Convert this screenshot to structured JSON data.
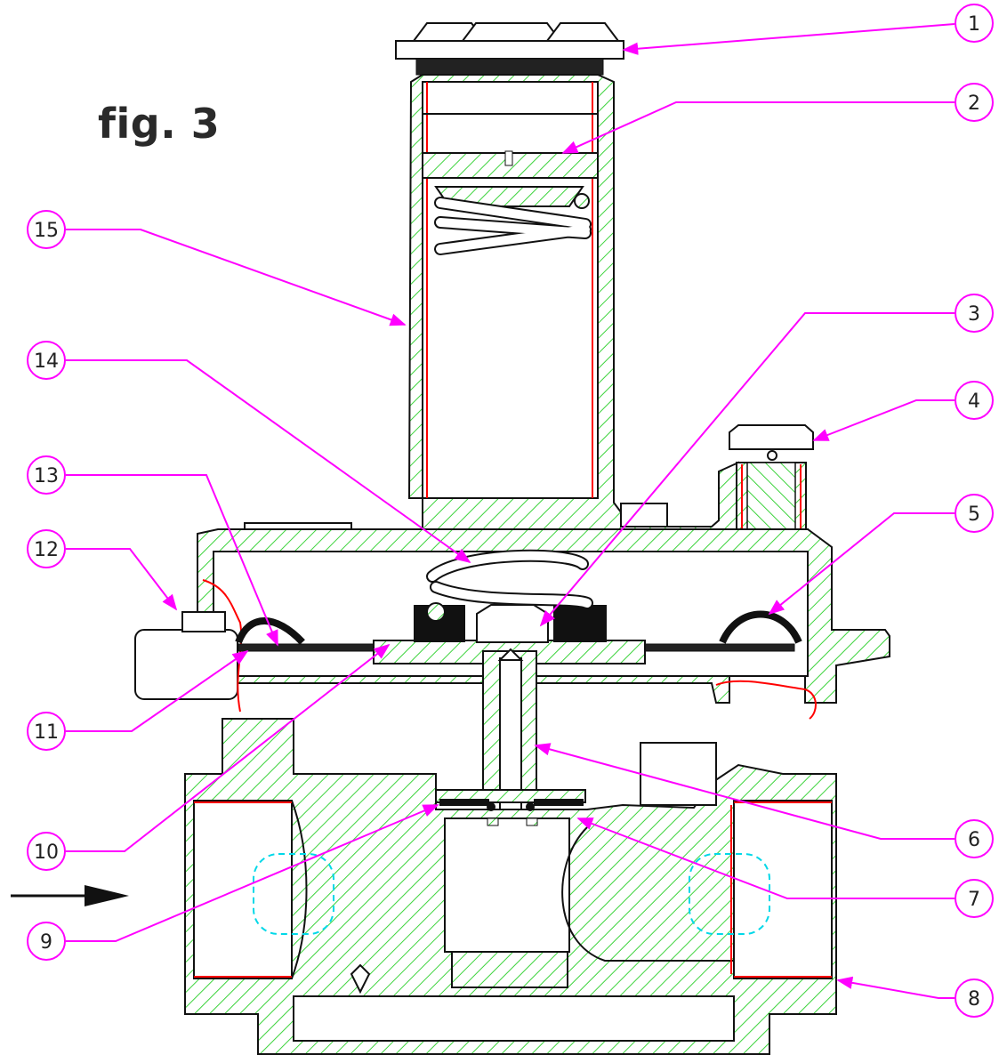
{
  "figure": {
    "title": "fig. 3"
  },
  "colors": {
    "outline": "#111111",
    "hatch": "#3dd33d",
    "leader": "#ff00ff",
    "highlight": "#ff0000",
    "hidden": "#00d8e8"
  },
  "callouts": [
    {
      "id": "1",
      "label": "1"
    },
    {
      "id": "2",
      "label": "2"
    },
    {
      "id": "3",
      "label": "3"
    },
    {
      "id": "4",
      "label": "4"
    },
    {
      "id": "5",
      "label": "5"
    },
    {
      "id": "6",
      "label": "6"
    },
    {
      "id": "7",
      "label": "7"
    },
    {
      "id": "8",
      "label": "8"
    },
    {
      "id": "9",
      "label": "9"
    },
    {
      "id": "10",
      "label": "10"
    },
    {
      "id": "11",
      "label": "11"
    },
    {
      "id": "12",
      "label": "12"
    },
    {
      "id": "13",
      "label": "13"
    },
    {
      "id": "14",
      "label": "14"
    },
    {
      "id": "15",
      "label": "15"
    }
  ]
}
